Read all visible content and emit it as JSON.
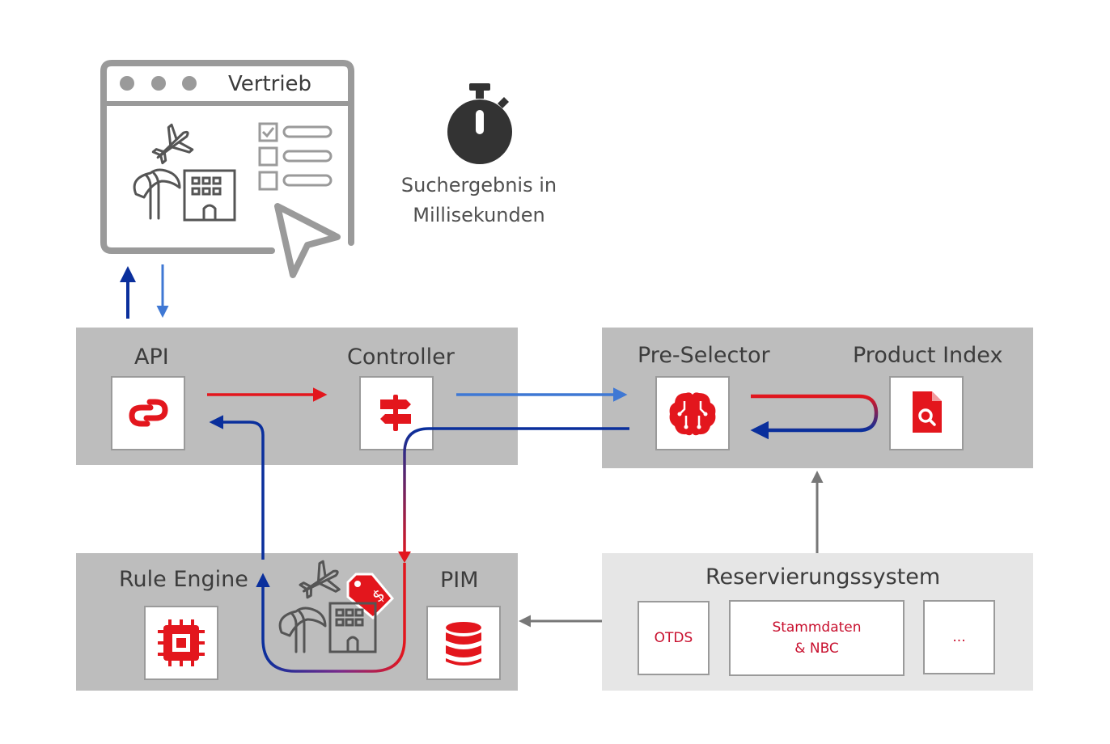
{
  "colors": {
    "accent_red": "#e3161d",
    "dark_blue": "#0a2f9c",
    "light_blue": "#3f78d4",
    "panel_grey": "#bdbdbd",
    "panel_light": "#e6e6e6",
    "icon_grey": "#7a7a7a",
    "text_dark": "#3c3c3c"
  },
  "browser": {
    "title": "Vertrieb",
    "icons": [
      "plane-icon",
      "palm-icon",
      "hotel-icon",
      "checklist-icon",
      "cursor-icon"
    ]
  },
  "timer": {
    "icon": "stopwatch-icon",
    "line1": "Suchergebnis in",
    "line2": "Millisekunden"
  },
  "api_panel": {
    "api_label": "API",
    "api_icon": "link-icon",
    "controller_label": "Controller",
    "controller_icon": "signpost-icon"
  },
  "search_panel": {
    "preselector_label": "Pre-Selector",
    "preselector_icon": "brain-icon",
    "index_label": "Product Index",
    "index_icon": "document-search-icon"
  },
  "rule_panel": {
    "rule_label": "Rule Engine",
    "rule_icon": "chip-icon",
    "pim_label": "PIM",
    "pim_icon": "database-icon",
    "products_icons": [
      "plane-icon",
      "price-tag-icon",
      "palm-icon",
      "hotel-icon"
    ]
  },
  "reservation": {
    "title": "Reservierungssystem",
    "sources": [
      "OTDS",
      "Stammdaten",
      "& NBC",
      "..."
    ]
  }
}
